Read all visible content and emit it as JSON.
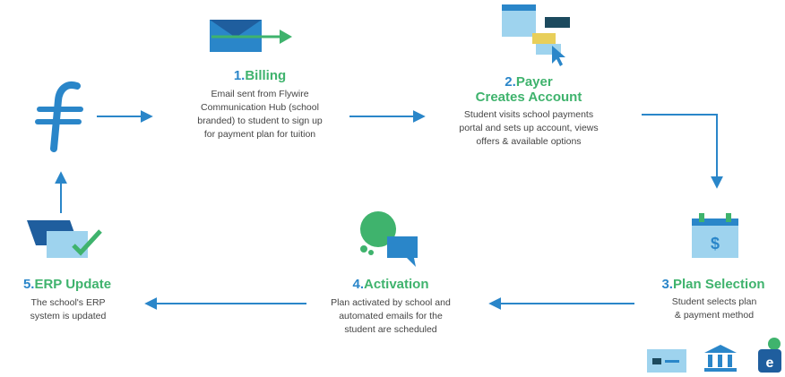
{
  "colors": {
    "blue": "#2a86c9",
    "green": "#3fb36d",
    "navy": "#1f5e9e",
    "light_blue": "#9ed3ee",
    "dark_teal": "#1c4a5e",
    "yellow": "#e8cf5a"
  },
  "logo": {
    "glyph": "ƒ",
    "icon": "flywire-logo-icon"
  },
  "steps": [
    {
      "number": "1.",
      "title": "Billing",
      "icon": "email-envelope-icon",
      "desc": [
        "Email sent from Flywire",
        "Communication Hub (school",
        "branded) to student to sign up",
        "for payment plan for tuition"
      ]
    },
    {
      "number": "2.",
      "title_line1": "Payer",
      "title_line2": "Creates Account",
      "icon": "portal-windows-cursor-icon",
      "desc": [
        "Student visits school payments",
        "portal and sets up account, views",
        "offers & available options"
      ]
    },
    {
      "number": "3.",
      "title": "Plan Selection",
      "icon": "calendar-dollar-icon",
      "desc": [
        "Student selects plan",
        "& payment method"
      ],
      "method_icons": [
        "card-icon",
        "bank-icon",
        "e-wallet-icon"
      ],
      "calendar_symbol": "$",
      "wallet_letter": "e"
    },
    {
      "number": "4.",
      "title": "Activation",
      "icon": "chat-bubbles-icon",
      "desc": [
        "Plan activated by school and",
        "automated emails for the",
        "student are scheduled"
      ]
    },
    {
      "number": "5.",
      "title": "ERP Update",
      "icon": "erp-checkmark-icon",
      "desc": [
        "The school's ERP",
        "system is updated"
      ]
    }
  ]
}
